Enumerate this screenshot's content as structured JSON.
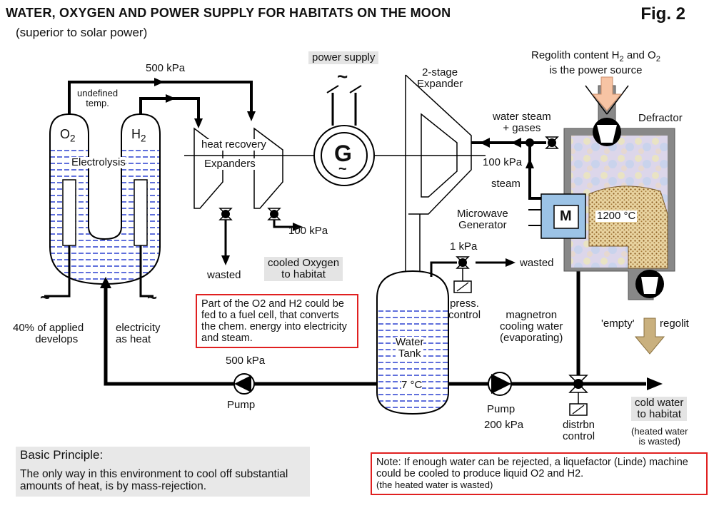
{
  "title": "WATER, OXYGEN AND POWER SUPPLY FOR HABITATS ON THE MOON",
  "subtitle": "(superior to solar power)",
  "fig_label": "Fig. 2",
  "labels": {
    "p500_top": "500 kPa",
    "undefined_temp_1": "undefined",
    "undefined_temp_2": "temp.",
    "o2": "O2",
    "h2": "H2",
    "electrolysis": "Electrolysis",
    "heat_recovery": "heat recovery",
    "expanders": "Expanders",
    "power_supply": "power supply",
    "generator": "G",
    "two_stage_1": "2-stage",
    "two_stage_2": "Expander",
    "regolith_src_1": "Regolith content H2 and O2",
    "regolith_src_2": "is the power source",
    "defractor": "Defractor",
    "water_steam_1": "water steam",
    "water_steam_2": "+ gases",
    "p100_steam": "100 kPa",
    "steam": "steam",
    "microwave_1": "Microwave",
    "microwave_2": "Generator",
    "magnetron": "M",
    "temp_1200": "1200 °C",
    "p100_oxy": "100 kPa",
    "wasted_1": "wasted",
    "cooled_oxy_1": "cooled Oxygen",
    "cooled_oxy_2": "to habitat",
    "p1kpa": "1 kPa",
    "wasted_2": "wasted",
    "press_control_1": "press.",
    "press_control_2": "control",
    "magnetron_cool_1": "magnetron",
    "magnetron_cool_2": "cooling water",
    "magnetron_cool_3": "(evaporating)",
    "empty": "'empty'",
    "regolit": "regolit",
    "heat_left_1": "40% of applied",
    "heat_left_2": "develops",
    "heat_right_1": "electricity",
    "heat_right_2": "as heat",
    "p500_pump": "500 kPa",
    "pump_left": "Pump",
    "water_tank_1": "Water",
    "water_tank_2": "Tank",
    "temp_7": "7 °C",
    "pump_right": "Pump",
    "p200": "200 kPa",
    "distrbn_1": "distrbn",
    "distrbn_2": "control",
    "cold_water_1": "cold water",
    "cold_water_2": "to habitat",
    "heated_1": "(heated water",
    "heated_2": "is wasted)"
  },
  "fuel_cell_note": "Part of the O2 and H2 could be fed to a fuel cell, that converts the chem. energy into electricity and steam.",
  "basic_principle": {
    "title": "Basic Principle:",
    "text": "The only way in this environment to cool off substantial amounts of heat, is by mass-rejection."
  },
  "note": {
    "text": "Note: If enough water can be rejected, a liquefactor (Linde) machine could be cooled to produce liquid O2 and H2.",
    "sub": "(the heated water is wasted)"
  },
  "colors": {
    "water_line": "#2a3fd0",
    "arrow_fill": "#f7c4a4",
    "arrow_regolit": "#c9b07e",
    "note_border": "#e02020",
    "magnetron_fill": "#9cc3e6",
    "regolith_fill": "#c8a060"
  }
}
